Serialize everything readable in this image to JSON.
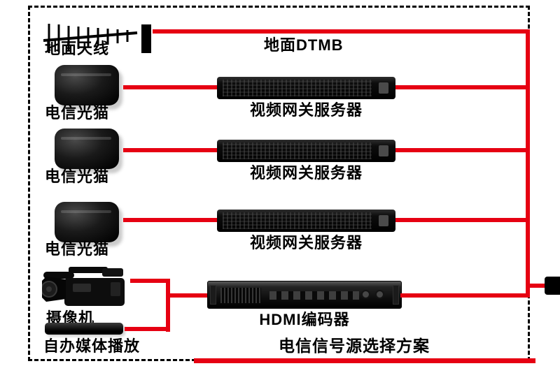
{
  "colors": {
    "line": "#e60012",
    "device": "#0a0a0a"
  },
  "labels": {
    "antenna": "地面天线",
    "dtmb": "地面DTMB",
    "camera": "摄像机",
    "media_player": "自办媒体播放",
    "encoder": "HDMI编码器",
    "title": "电信信号源选择方案"
  },
  "rows": [
    {
      "modem": "电信光猫",
      "server": "视频网关服务器"
    },
    {
      "modem": "电信光猫",
      "server": "视频网关服务器"
    },
    {
      "modem": "电信光猫",
      "server": "视频网关服务器"
    }
  ]
}
